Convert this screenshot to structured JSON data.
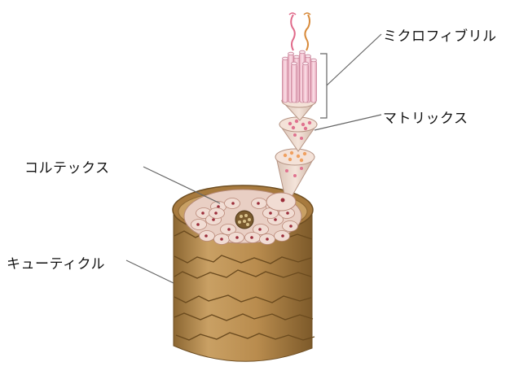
{
  "labels": {
    "microfibril": "ミクロフィブリル",
    "matrix": "マトリックス",
    "cortex": "コルテックス",
    "cuticle": "キューティクル"
  },
  "colors": {
    "cuticle": "#c39a5a",
    "cuticle_dark": "#8c6732",
    "cortex_top": "#e9cfc4",
    "cell_fill": "#f1dcd3",
    "cell_dot": "#9b2d3a",
    "fibril": "#f3c6d2",
    "matrix_cone": "#f0dcd0",
    "matrix_dot_pink": "#e0728f",
    "matrix_dot_orange": "#f0a060",
    "leader_line": "#666666"
  }
}
